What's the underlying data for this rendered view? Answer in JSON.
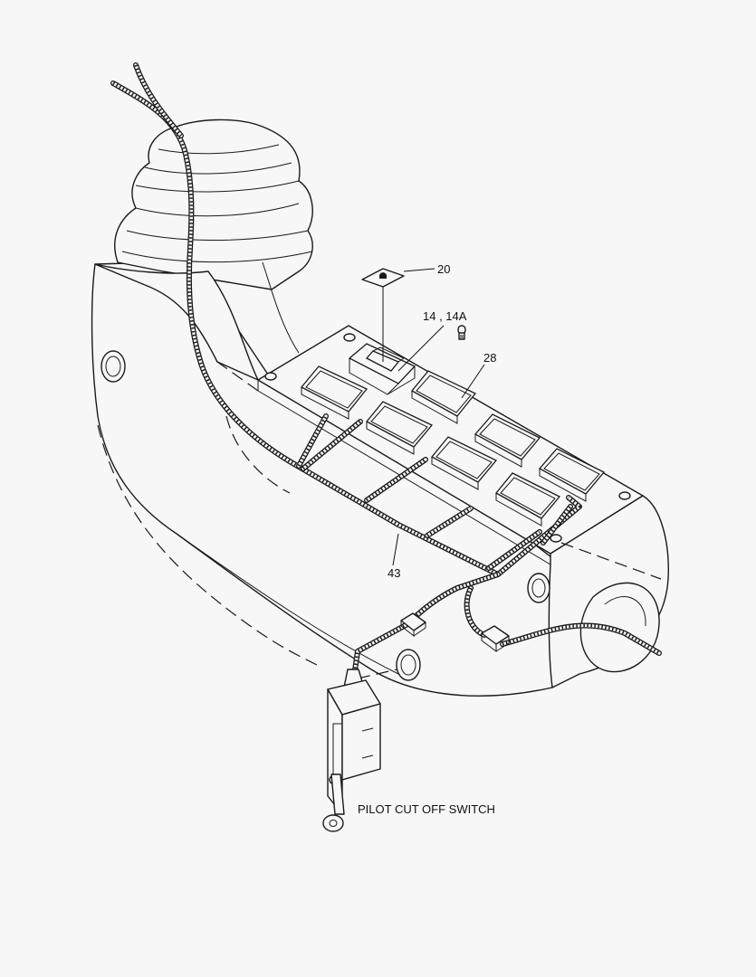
{
  "callouts": {
    "part_20": "20",
    "part_14": "14 , 14A",
    "part_28": "28",
    "part_43": "43",
    "switch_label": "PILOT CUT OFF SWITCH"
  }
}
